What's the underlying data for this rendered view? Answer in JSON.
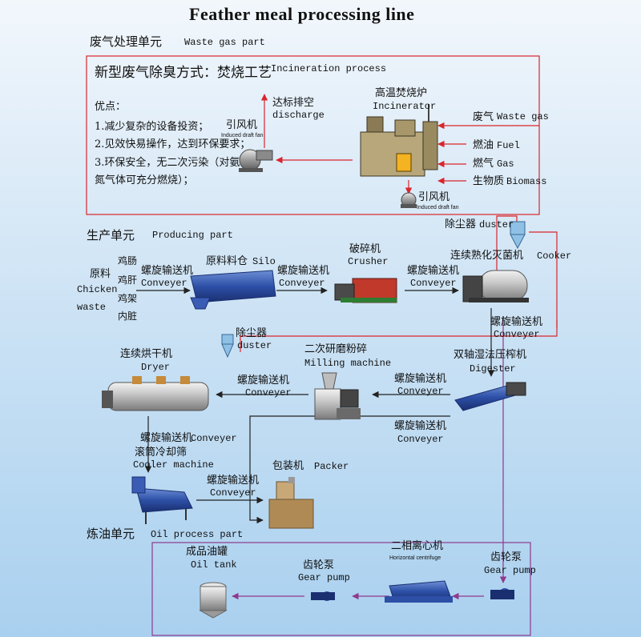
{
  "title": "Feather meal processing line",
  "waste_gas": {
    "section_cn": "废气处理单元",
    "section_en": "Waste gas part",
    "method_cn": "新型废气除臭方式：焚烧工艺",
    "method_en": "Incineration process",
    "advantages": [
      "优点：",
      "1.减少复杂的设备投资；",
      "2.见效快易操作，达到环保要求；",
      "3.环保安全，无二次污染（对氨",
      "氮气体可充分燃烧）；"
    ],
    "fan1_cn": "引风机",
    "fan1_en": "Induced draft fan",
    "discharge_cn": "达标排空",
    "discharge_en": "discharge",
    "incinerator_cn": "高温焚烧炉",
    "incinerator_en": "Incinerator",
    "wastegas_cn": "废气",
    "wastegas_en": "Waste gas",
    "fuel_cn": "燃油",
    "fuel_en": "Fuel",
    "gas_cn": "燃气",
    "gas_en": "Gas",
    "biomass_cn": "生物质",
    "biomass_en": "Biomass",
    "fan2_cn": "引风机",
    "fan2_en": "Induced draft fan"
  },
  "producing": {
    "section_cn": "生产单元",
    "section_en": "Producing part",
    "raw_cn": "原料",
    "raw_en1": "Chicken",
    "raw_en2": "waste",
    "raw_items": [
      "鸡肠",
      "鸡肝",
      "鸡架",
      "内脏"
    ],
    "conveyer_cn": "螺旋输送机",
    "conveyer_en": "Conveyer",
    "silo_cn": "原料料仓",
    "silo_en": "Silo",
    "crusher_cn": "破碎机",
    "crusher_en": "Crusher",
    "cooker_cn": "连续熟化灭菌机",
    "cooker_en": "Cooker",
    "duster_cn": "除尘器",
    "duster_en": "duster",
    "digester_cn": "双轴湿法压榨机",
    "digester_en": "Digester",
    "milling_cn": "二次研磨粉碎",
    "milling_en": "Milling machine",
    "dryer_cn": "连续烘干机",
    "dryer_en": "Dryer",
    "cooler_cn": "滚筒冷却筛",
    "cooler_en": "Cooler machine",
    "packer_cn": "包装机",
    "packer_en": "Packer"
  },
  "oil": {
    "section_cn": "炼油单元",
    "section_en": "Oil process part",
    "tank_cn": "成品油罐",
    "tank_en": "Oil tank",
    "pump_cn": "齿轮泵",
    "pump_en": "Gear pump",
    "centrifuge_cn": "二相离心机",
    "centrifuge_en": "Horizontal centrifuge"
  },
  "colors": {
    "red_line": "#d9262c",
    "purple_line": "#8e3a8c",
    "flow_line": "#222222"
  }
}
